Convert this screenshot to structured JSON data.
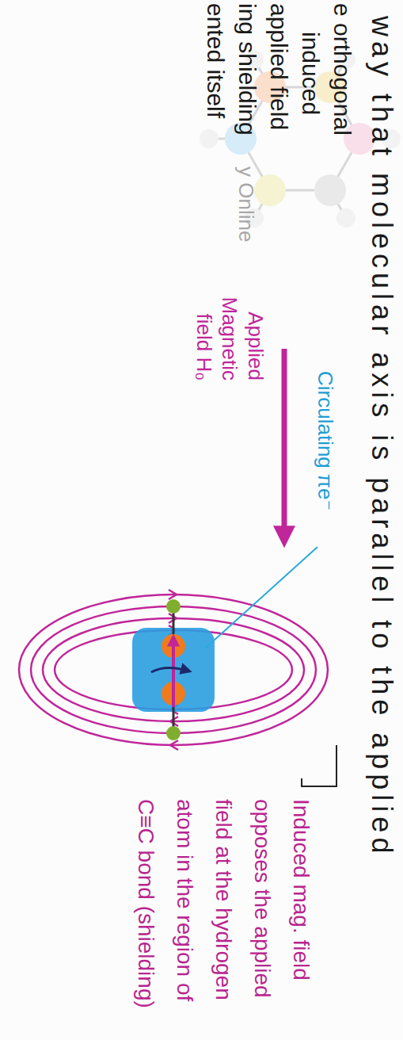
{
  "diagram": {
    "labels": [
      "way that molecular axis is parallel to the applied",
      "e orthogonal",
      "induced",
      "applied field",
      "ing shielding",
      "y Online",
      "ented itself",
      "Circulating πe⁻",
      "Applied Magnetic field H₀",
      "Induced mag. field opposes the applied field at the hydrogen atom in the region of C≡C bond (shielding)"
    ]
  }
}
